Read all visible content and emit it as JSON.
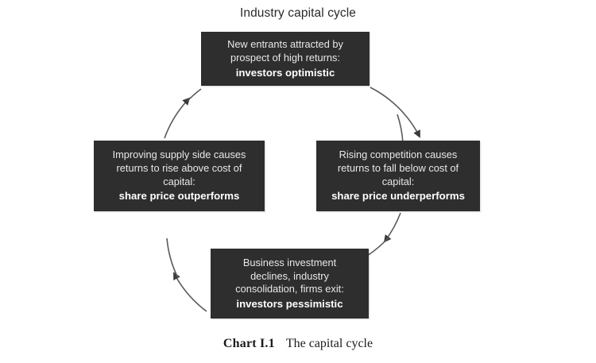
{
  "diagram": {
    "title": "Industry capital cycle",
    "type": "cycle-diagram",
    "direction": "clockwise",
    "box_fill_color": "#2e2e2e",
    "box_text_color": "#ffffff",
    "background_color": "#ffffff",
    "arrow_color": "#555555",
    "stages": [
      {
        "id": "top",
        "position": "top",
        "lines": [
          "New entrants attracted by",
          "prospect of high returns:"
        ],
        "emphasis": "investors optimistic"
      },
      {
        "id": "right",
        "position": "right",
        "lines": [
          "Rising competition causes",
          "returns to fall below cost of",
          "capital:"
        ],
        "emphasis": "share price underperforms"
      },
      {
        "id": "bottom",
        "position": "bottom",
        "lines": [
          "Business investment",
          "declines, industry",
          "consolidation, firms exit:"
        ],
        "emphasis": "investors pessimistic"
      },
      {
        "id": "left",
        "position": "left",
        "lines": [
          "Improving supply side causes",
          "returns to rise above cost of",
          "capital:"
        ],
        "emphasis": "share price outperforms"
      }
    ],
    "arrows": [
      {
        "id": "top-to-right",
        "from": "top",
        "to": "right"
      },
      {
        "id": "right-to-bottom",
        "from": "right",
        "to": "bottom"
      },
      {
        "id": "bottom-to-left",
        "from": "bottom",
        "to": "left"
      },
      {
        "id": "left-to-top",
        "from": "left",
        "to": "top"
      }
    ]
  },
  "caption": {
    "label": "Chart I.1",
    "text": "The capital cycle"
  }
}
